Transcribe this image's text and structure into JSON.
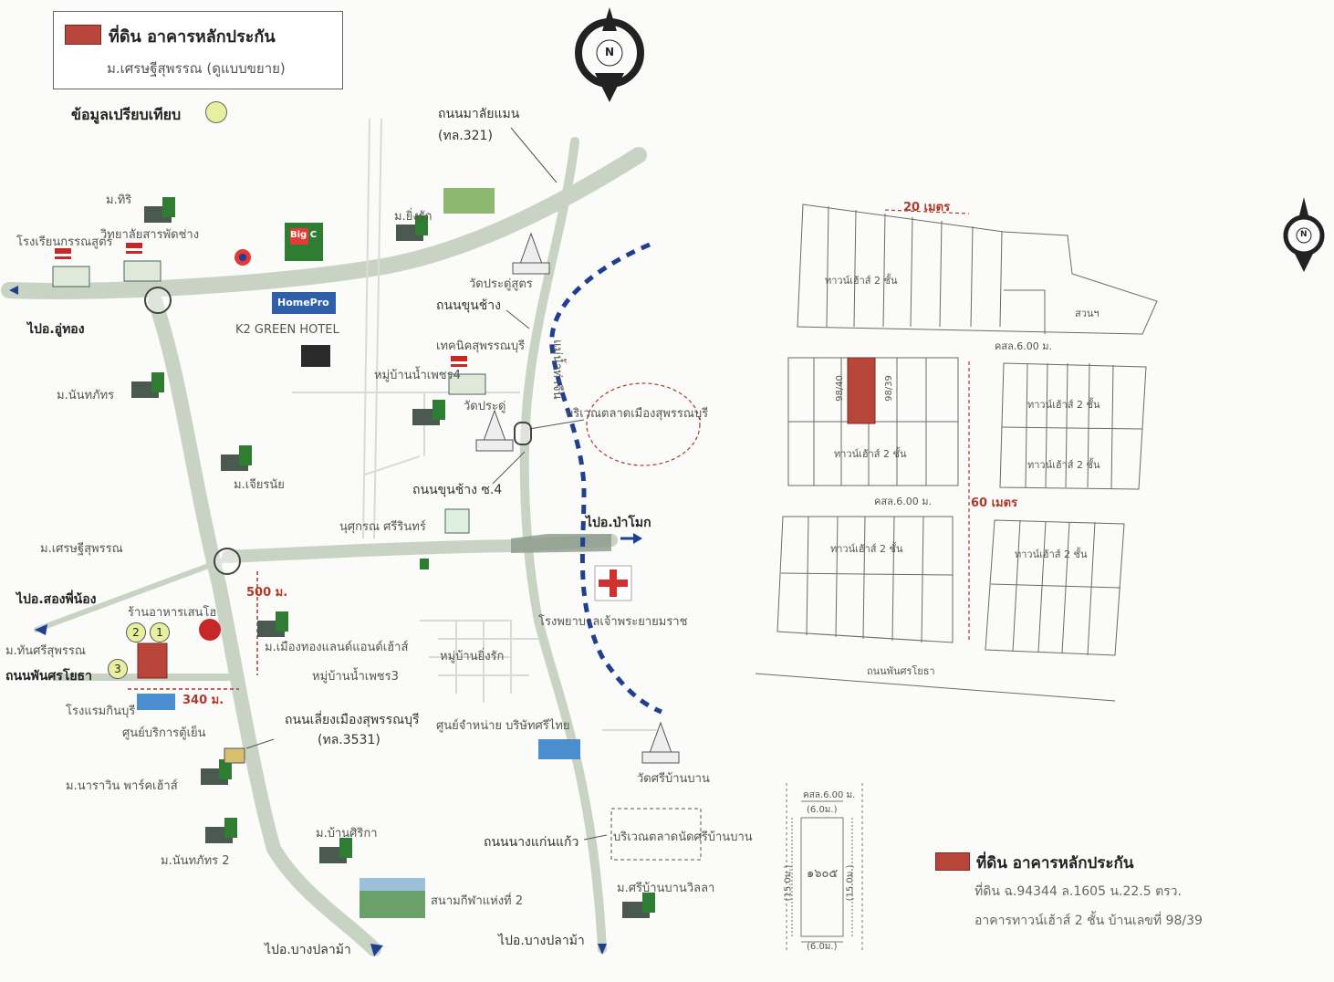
{
  "legend": {
    "title": "ที่ดิน อาคารหลักประกัน",
    "subtitle": "ม.เศรษฐีสุพรรณ (ดูแบบขยาย)",
    "compare_label": "ข้อมูลเปรียบเทียบ"
  },
  "roads": {
    "malaiman": "ถนนมาลัยแมน",
    "malaiman_no": "(ทล.321)",
    "khunchang": "ถนนขุนช้าง",
    "khunchang_4": "ถนนขุนช้าง ซ.4",
    "phansrayotha": "ถนนพันศรโยธา",
    "bypass": "ถนนเลี่ยงเมืองสุพรรณบุรี",
    "bypass_no": "(ทล.3531)",
    "nangkaew": "ถนนนางแก่นแก้ว",
    "river": "แม่น้ำท่าจีน"
  },
  "directions": {
    "uthong": "ไปอ.อู่ทอง",
    "songphinong": "ไปอ.สองพี่น้อง",
    "pamok": "ไปอ.ป่าโมก",
    "bangplama_left": "ไปอ.บางปลาม้า",
    "bangplama_right": "ไปอ.บางปลาม้า"
  },
  "places": {
    "ma_tiri": "ม.ทิริ",
    "school_1": "โรงเรียนกรรณสูตร",
    "college": "วิทยาลัยสารพัดช่าง",
    "bigc": "Big C",
    "homepro": "HomePro",
    "k2_hotel": "K2 GREEN HOTEL",
    "ma_yingrak": "ม.ยิ่งรัก",
    "wat_pradu": "วัดประดู่สูตร",
    "ma_ninlapha": "ม.นันทภัทร",
    "moo_nampetch4": "หมู่บ้านน้ำเพชร4",
    "polytech": "เทคนิคสุพรรณบุรี",
    "wat_pradu2": "วัดประดู่",
    "fresh_market": "บริเวณตลาดเมืองสุพรรณบุรี",
    "ma_chiang": "ม.เจียรนัย",
    "ma_setthi": "ม.เศรษฐีสุพรรณ",
    "npc": "นุศุกรณ ศรีรินทร์",
    "hospital": "โรงพยาบาลเจ้าพระยายมราช",
    "restaurant": "ร้านอาหารเสนโฮ",
    "ma_sirisuphan": "ม.ทันศรีสุพรรณ",
    "ma_muang": "ม.เมืองทองแลนด์แอนด์เฮ้าส์",
    "moo_nampetch3": "หมู่บ้านน้ำเพชร3",
    "moo_yingrak": "หมู่บ้านยิ่งรัก",
    "bank": "โรงแรมกินบุรี",
    "service_center": "ศูนย์บริการตู้เย็น",
    "sale_center": "ศูนย์จำหน่าย บริษัทศรีไทย",
    "wat_sri": "วัดศรีบ้านบาน",
    "ma_narawin": "ม.นาราวิน พาร์คเฮ้าส์",
    "ma_bansiri": "ม.บ้านศิริกา",
    "ma_ninlapha2": "ม.นันทภัทร 2",
    "market_2": "บริเวณตลาดนัดศรีบ้านบาน",
    "ma_sri": "ม.ศรีบ้านบานวิลลา",
    "stadium": "สนามกีฬาแห่งที่ 2"
  },
  "distances": {
    "d500": "500 ม.",
    "d340": "340 ม."
  },
  "markers": [
    "1",
    "2",
    "3"
  ],
  "north": "N",
  "plan": {
    "width": "20 เมตร",
    "depth": "60 เมตร",
    "th_top": "ทาวน์เฮ้าส์ 2 ชั้น",
    "park": "สวนฯ",
    "road_top": "คสล.6.00 ม.",
    "road_mid": "คสล.6.00 ม.",
    "th_a": "ทาวน์เฮ้าส์ 2 ชั้น",
    "th_b": "ทาวน์เฮ้าส์ 2 ชั้น",
    "th_c": "ทาวน์เฮ้าส์ 2 ชั้น",
    "th_d": "ทาวน์เฮ้าส์ 2 ชั้น",
    "th_e": "ทาวน์เฮ้าส์ 2 ชั้น",
    "lot_a": "98/40",
    "lot_b": "98/39",
    "road_bottom": "ถนนพันศรโยธา"
  },
  "detail": {
    "road": "คสล.6.00 ม.",
    "top_w": "(6.0ม.)",
    "bottom_w": "(6.0ม.)",
    "left_h": "(15.0ม.)",
    "right_h": "(15.0ม.)",
    "lot_no": "๑๖๐๕"
  },
  "legend2": {
    "title": "ที่ดิน อาคารหลักประกัน",
    "line1": "ที่ดิน ฉ.94344 ล.1605 น.22.5 ตรว.",
    "line2": "อาคารทาวน์เฮ้าส์ 2 ชั้น บ้านเลขที่ 98/39"
  },
  "colors": {
    "road": "#cfd8c8",
    "river": "#1f3f8f",
    "collateral": "#b8463a",
    "marker": "#e8f0a0"
  }
}
